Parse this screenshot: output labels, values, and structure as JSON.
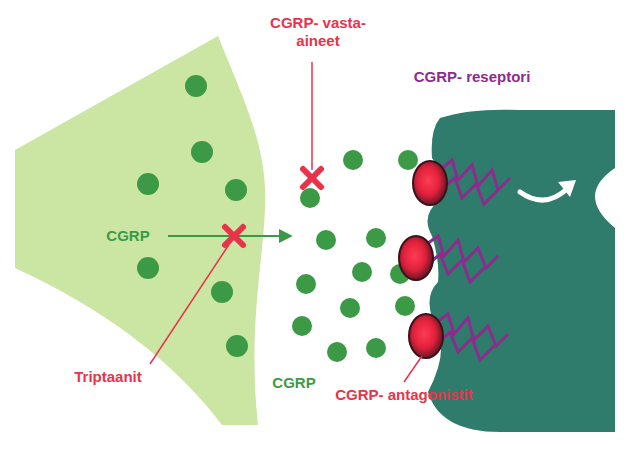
{
  "diagram": {
    "labels": [
      "CGRP- vasta-aineet",
      "CGRP- reseptori",
      "CGRP",
      "Triptaanit",
      "CGRP",
      "CGRP- antagonistit"
    ]
  }
}
